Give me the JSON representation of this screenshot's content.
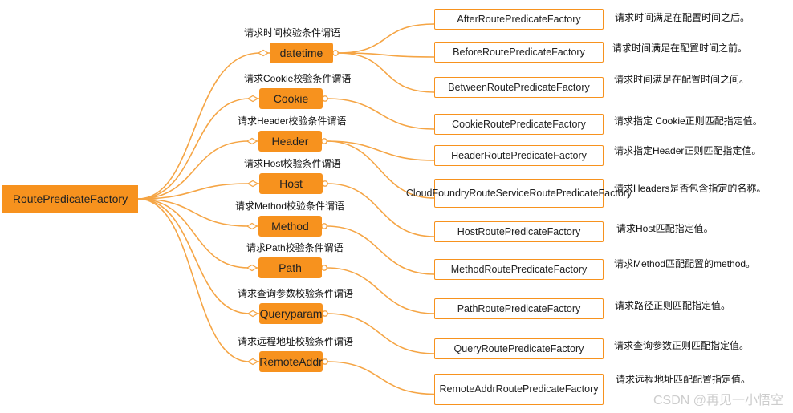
{
  "root": {
    "label": "RoutePredicateFactory"
  },
  "categories": [
    {
      "label": "datetime",
      "caption": "请求时间校验条件谓语"
    },
    {
      "label": "Cookie",
      "caption": "请求Cookie校验条件谓语"
    },
    {
      "label": "Header",
      "caption": "请求Header校验条件谓语"
    },
    {
      "label": "Host",
      "caption": "请求Host校验条件谓语"
    },
    {
      "label": "Method",
      "caption": "请求Method校验条件谓语"
    },
    {
      "label": "Path",
      "caption": "请求Path校验条件谓语"
    },
    {
      "label": "Queryparam",
      "caption": "请求查询参数校验条件谓语"
    },
    {
      "label": "RemoteAddr",
      "caption": "请求远程地址校验条件谓语"
    }
  ],
  "factories": [
    {
      "name": "AfterRoutePredicateFactory",
      "desc": "请求时间满足在配置时间之后。"
    },
    {
      "name": "BeforeRoutePredicateFactory",
      "desc": "请求时间满足在配置时间之前。"
    },
    {
      "name": "BetweenRoutePredicateFactory",
      "desc": "请求时间满足在配置时间之间。"
    },
    {
      "name": "CookieRoutePredicateFactory",
      "desc": "请求指定 Cookie正则匹配指定值。"
    },
    {
      "name": "HeaderRoutePredicateFactory",
      "desc": "请求指定Header正则匹配指定值。"
    },
    {
      "name": "CloudFoundryRouteServiceRoutePredicateFactory",
      "desc": "请求Headers是否包含指定的名称。"
    },
    {
      "name": "HostRoutePredicateFactory",
      "desc": "请求Host匹配指定值。"
    },
    {
      "name": "MethodRoutePredicateFactory",
      "desc": "请求Method匹配配置的method。"
    },
    {
      "name": "PathRoutePredicateFactory",
      "desc": "请求路径正则匹配指定值。"
    },
    {
      "name": "QueryRoutePredicateFactory",
      "desc": "请求查询参数正则匹配指定值。"
    },
    {
      "name": "RemoteAddrRoutePredicateFactory",
      "desc": "请求远程地址匹配配置指定值。"
    }
  ],
  "watermark": "CSDN @再见一小悟空",
  "colors": {
    "accent": "#f7921e",
    "line": "#f5a545"
  }
}
